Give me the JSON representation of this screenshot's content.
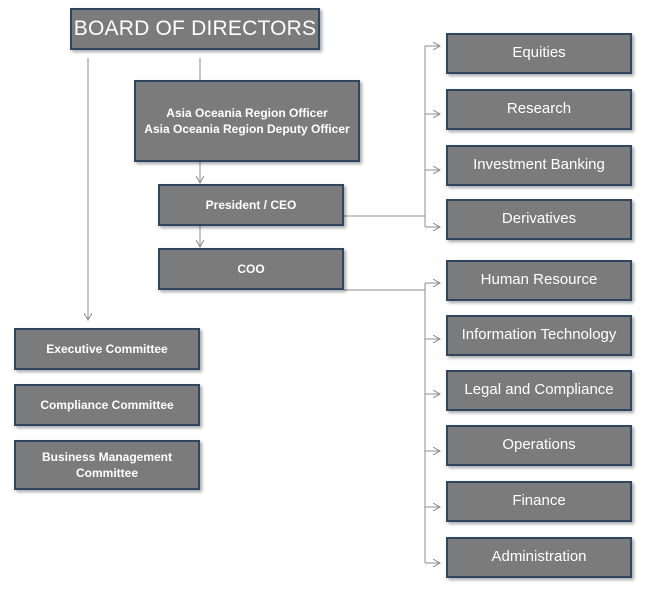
{
  "board": {
    "label": "BOARD OF DIRECTORS"
  },
  "regional": {
    "label": "Asia Oceania Region Officer\nAsia Oceania Region Deputy Officer"
  },
  "president": {
    "label": "President / CEO"
  },
  "coo": {
    "label": "COO"
  },
  "committees": [
    {
      "label": "Executive Committee"
    },
    {
      "label": "Compliance Committee"
    },
    {
      "label": "Business Management\nCommittee"
    }
  ],
  "president_units": [
    {
      "label": "Equities"
    },
    {
      "label": "Research"
    },
    {
      "label": "Investment Banking"
    },
    {
      "label": "Derivatives"
    }
  ],
  "coo_units": [
    {
      "label": "Human Resource"
    },
    {
      "label": "Information Technology"
    },
    {
      "label": "Legal and Compliance"
    },
    {
      "label": "Operations"
    },
    {
      "label": "Finance"
    },
    {
      "label": "Administration"
    }
  ],
  "colors": {
    "box_fill": "#7b7b7b",
    "box_border": "#2f4560",
    "connector": "#8c8c8c",
    "text": "#ffffff"
  }
}
